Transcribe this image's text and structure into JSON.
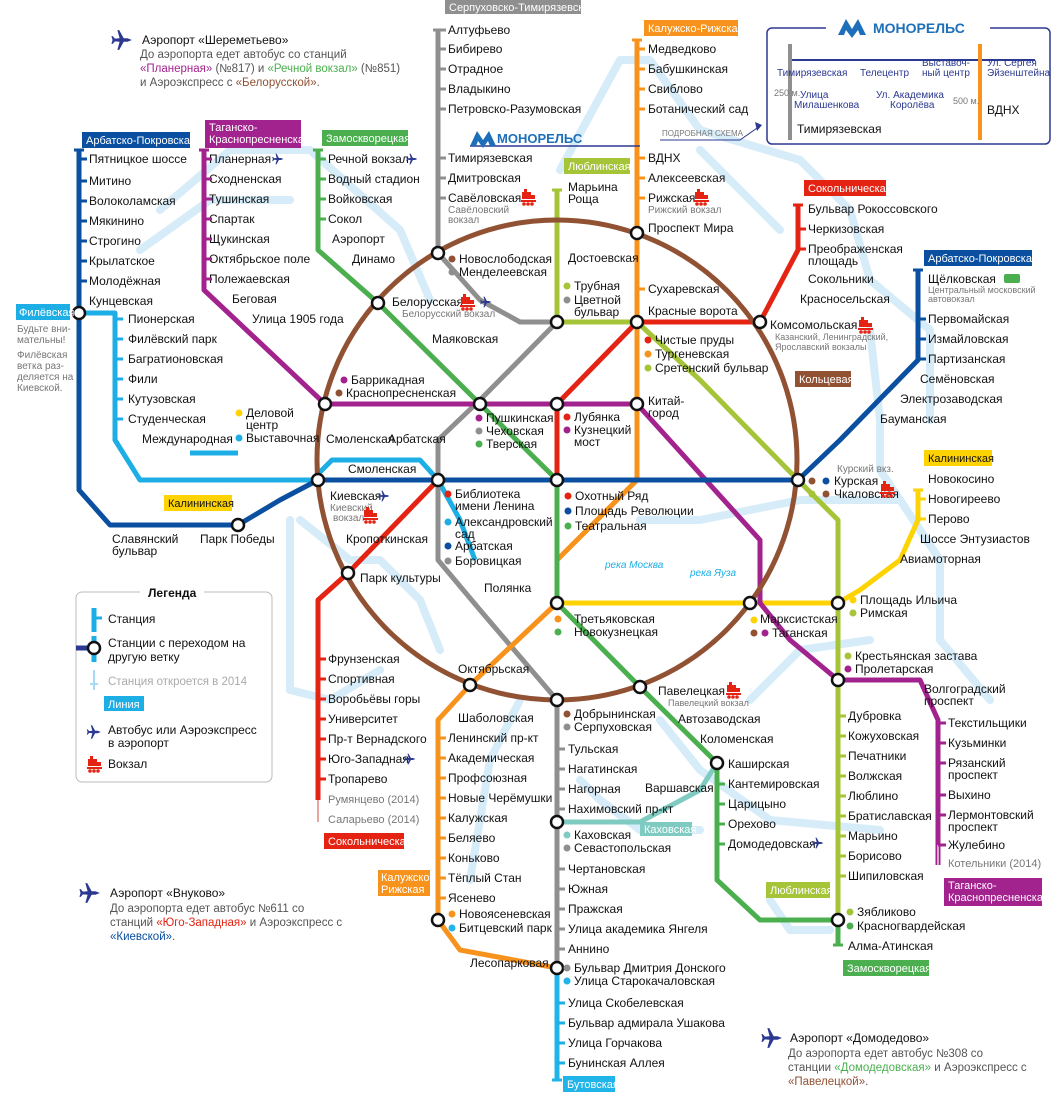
{
  "lines": {
    "sokolnicheskaya": {
      "name": "Сокольническая",
      "color": "#e42313"
    },
    "zamoskvoretskaya": {
      "name": "Замоскворецкая",
      "color": "#4baf4f"
    },
    "arbatsko_pokrovskaya": {
      "name": "Арбатско-Покровская",
      "color": "#0a4fa0"
    },
    "filyovskaya": {
      "name": "Филёвская",
      "color": "#1daee5"
    },
    "koltsevaya": {
      "name": "Кольцевая",
      "color": "#915133"
    },
    "kaluzhsko_rizhskaya": {
      "name": "Калужско-Рижская",
      "color": "#f7931d"
    },
    "tagansko_krasnopresnenskaya": {
      "name": "Таганско-Краснопресненская",
      "color": "#a3238e"
    },
    "kalininskaya": {
      "name": "Калининская",
      "color": "#fed304"
    },
    "serpukhovsko_timiryazevskaya": {
      "name": "Серпуховско-Тимирязевская",
      "color": "#8f8f8f"
    },
    "lyublinskaya": {
      "name": "Люблинская",
      "color": "#a5c437"
    },
    "kakhovskaya": {
      "name": "Каховская",
      "color": "#7fcbc2"
    },
    "butovskaya": {
      "name": "Бутовская",
      "color": "#21b4e9"
    }
  },
  "monorail": {
    "brand": "МОНОРЕЛЬС",
    "brand_small": "МОНОРЕЛЬС",
    "scheme_link": "ПОДРОБНАЯ СХЕМА",
    "stations": [
      "Тимирязевская",
      "Улица Милашенкова",
      "Телецентр",
      "Ул. Академика Королёва",
      "Выставочный центр",
      "Ул. Сергея Эйзенштейна"
    ],
    "transfer_1": "Тимирязевская",
    "transfer_2": "ВДНХ",
    "dist_1": "250 м.",
    "dist_2": "500 м."
  },
  "airports": {
    "sheremetyevo": {
      "title": "Аэропорт «Шереметьево»",
      "line1": "До аэропорта едет автобус со станций",
      "line2a": "«Планерная»",
      "line2b": " (№817) и ",
      "line2c": "«Речной вокзал»",
      "line2d": " (№851)",
      "line3a": "и Аэроэкспресс с ",
      "line3b": "«Белорусской»",
      "line3c": "."
    },
    "vnukovo": {
      "title": "Аэропорт «Внуково»",
      "line1": "До аэропорта едет автобус №611  со",
      "line2a": "станций ",
      "line2b": "«Юго-Западная»",
      "line2c": " и Аэроэкспресс с",
      "line3a": "«Киевской»",
      "line3b": "."
    },
    "domodedovo": {
      "title": "Аэропорт «Домодедово»",
      "line1": "До аэропорта едет автобус №308 со",
      "line2a": "станции ",
      "line2b": "«Домодедовская»",
      "line2c": " и Аэроэкспресс с",
      "line3a": "«Павелецкой»",
      "line3b": "."
    }
  },
  "legend": {
    "title": "Легенда",
    "station": "Станция",
    "transfer": "Станции с переходом на другую ветку",
    "transfer_l1": "Станции с переходом на",
    "transfer_l2": "другую ветку",
    "future": "Станция откроется в 2014",
    "line": "Линия",
    "airport_l1": "Автобус или Аэроэкспресс",
    "airport_l2": "в аэропорт",
    "rail": "Вокзал"
  },
  "notes": {
    "filyovskaya_warn": [
      "Будьте вни-",
      "мательны!",
      "Филёвская",
      "ветка раз-",
      "деляется на",
      "Киевской."
    ],
    "river_moskva": "река Москва",
    "river_yauza": "река Яуза"
  },
  "stations": {
    "sokolnicheskaya": [
      "Бульвар Рокоссовского",
      "Черкизовская",
      "Преображенская площадь",
      "Сокольники",
      "Красносельская",
      "Комсомольская",
      "Красные ворота",
      "Чистые пруды",
      "Лубянка",
      "Охотный Ряд",
      "Библиотека имени Ленина",
      "Кропоткинская",
      "Парк культуры",
      "Фрунзенская",
      "Спортивная",
      "Воробьёвы горы",
      "Университет",
      "Пр-т Вернадского",
      "Юго-Западная",
      "Тропарево",
      "Румянцево (2014)",
      "Саларьево (2014)"
    ],
    "zamoskvoretskaya": [
      "Речной вокзал",
      "Водный стадион",
      "Войковская",
      "Сокол",
      "Аэропорт",
      "Динамо",
      "Белорусская",
      "Маяковская",
      "Тверская",
      "Театральная",
      "Новокузнецкая",
      "Павелецкая",
      "Автозаводская",
      "Коломенская",
      "Каширская",
      "Кантемировская",
      "Царицыно",
      "Орехово",
      "Домодедовская",
      "Красногвардейская",
      "Алма-Атинская"
    ],
    "arbatsko_pokrovskaya": [
      "Пятницкое шоссе",
      "Митино",
      "Волоколамская",
      "Мякинино",
      "Строгино",
      "Крылатское",
      "Молодёжная",
      "Кунцевская",
      "Славянский бульвар",
      "Парк Победы",
      "Киевская",
      "Смоленская",
      "Арбатская",
      "Площадь Революции",
      "Курская",
      "Бауманская",
      "Электрозаводская",
      "Семёновская",
      "Партизанская",
      "Измайловская",
      "Первомайская",
      "Щёлковская"
    ],
    "filyovskaya": [
      "Пионерская",
      "Филёвский парк",
      "Багратионовская",
      "Фили",
      "Кутузовская",
      "Студенческая",
      "Международная",
      "Выставочная",
      "Деловой центр",
      "Смоленская",
      "Арбатская",
      "Александровский сад"
    ],
    "kaluzhsko_rizhskaya": [
      "Медведково",
      "Бабушкинская",
      "Свиблово",
      "Ботанический сад",
      "ВДНХ",
      "Алексеевская",
      "Рижская",
      "Проспект Мира",
      "Сухаревская",
      "Тургеневская",
      "Китай-город",
      "Третьяковская",
      "Октябрьская",
      "Шаболовская",
      "Ленинский пр-кт",
      "Академическая",
      "Профсоюзная",
      "Новые Черёмушки",
      "Калужская",
      "Беляево",
      "Коньково",
      "Тёплый Стан",
      "Ясенево",
      "Новоясеневская"
    ],
    "tagansko_krasnopresnenskaya": [
      "Планерная",
      "Сходненская",
      "Тушинская",
      "Спартак",
      "Щукинская",
      "Октябрьское поле",
      "Полежаевская",
      "Беговая",
      "Улица 1905 года",
      "Баррикадная",
      "Пушкинская",
      "Кузнецкий мост",
      "Китай-город",
      "Таганская",
      "Пролетарская",
      "Волгоградский проспект",
      "Текстильщики",
      "Кузьминки",
      "Рязанский проспект",
      "Выхино",
      "Лермонтовский проспект",
      "Жулебино",
      "Котельники (2014)"
    ],
    "kalininskaya": [
      "Новокосино",
      "Новогиреево",
      "Перово",
      "Шоссе Энтузиастов",
      "Авиамоторная",
      "Площадь Ильича",
      "Марксистская",
      "Третьяковская"
    ],
    "serpukhovsko_timiryazevskaya": [
      "Алтуфьево",
      "Бибирево",
      "Отрадное",
      "Владыкино",
      "Петровско-Разумовская",
      "Тимирязевская",
      "Дмитровская",
      "Савёловская",
      "Менделеевская",
      "Цветной бульвар",
      "Чеховская",
      "Боровицкая",
      "Полянка",
      "Серпуховская",
      "Тульская",
      "Нагатинская",
      "Нагорная",
      "Нахимовский пр-кт",
      "Севастопольская",
      "Чертановская",
      "Южная",
      "Пражская",
      "Улица академика Янгеля",
      "Аннино",
      "Бульвар Дмитрия Донского"
    ],
    "lyublinskaya": [
      "Марьина Роща",
      "Достоевская",
      "Трубная",
      "Сретенский бульвар",
      "Чкаловская",
      "Римская",
      "Крестьянская застава",
      "Дубровка",
      "Кожуховская",
      "Печатники",
      "Волжская",
      "Люблино",
      "Братиславская",
      "Марьино",
      "Борисово",
      "Шипиловская",
      "Зябликово"
    ],
    "koltsevaya": [
      "Проспект Мира",
      "Комсомольская",
      "Курская",
      "Таганская",
      "Павелецкая",
      "Добрынинская",
      "Октябрьская",
      "Парк культуры",
      "Киевская",
      "Краснопресненская",
      "Белорусская",
      "Новослободская"
    ],
    "kakhovskaya": [
      "Каширская",
      "Варшавская",
      "Каховская"
    ],
    "butovskaya": [
      "Улица Старокачаловская",
      "Лесопарковая",
      "Битцевский парк",
      "Улица Скобелевская",
      "Бульвар адмирала Ушакова",
      "Улица Горчакова",
      "Бунинская Аллея"
    ]
  },
  "rail_terminals": {
    "savelovsky": [
      "Савёловский",
      "вокзал"
    ],
    "belorussky": "Белорусский вокзал",
    "rizhsky": "Рижский вокзал",
    "komsomolskaya": [
      "Казанский, Ленинградский,",
      "Ярославский вокзалы"
    ],
    "kursky": "Курский вкз.",
    "kievsky": [
      "Киевский",
      "вокзал"
    ],
    "paveletsky": "Павелецкий вокзал",
    "shchyolkovsky": [
      "Центральный московский",
      "автовокзал"
    ]
  }
}
